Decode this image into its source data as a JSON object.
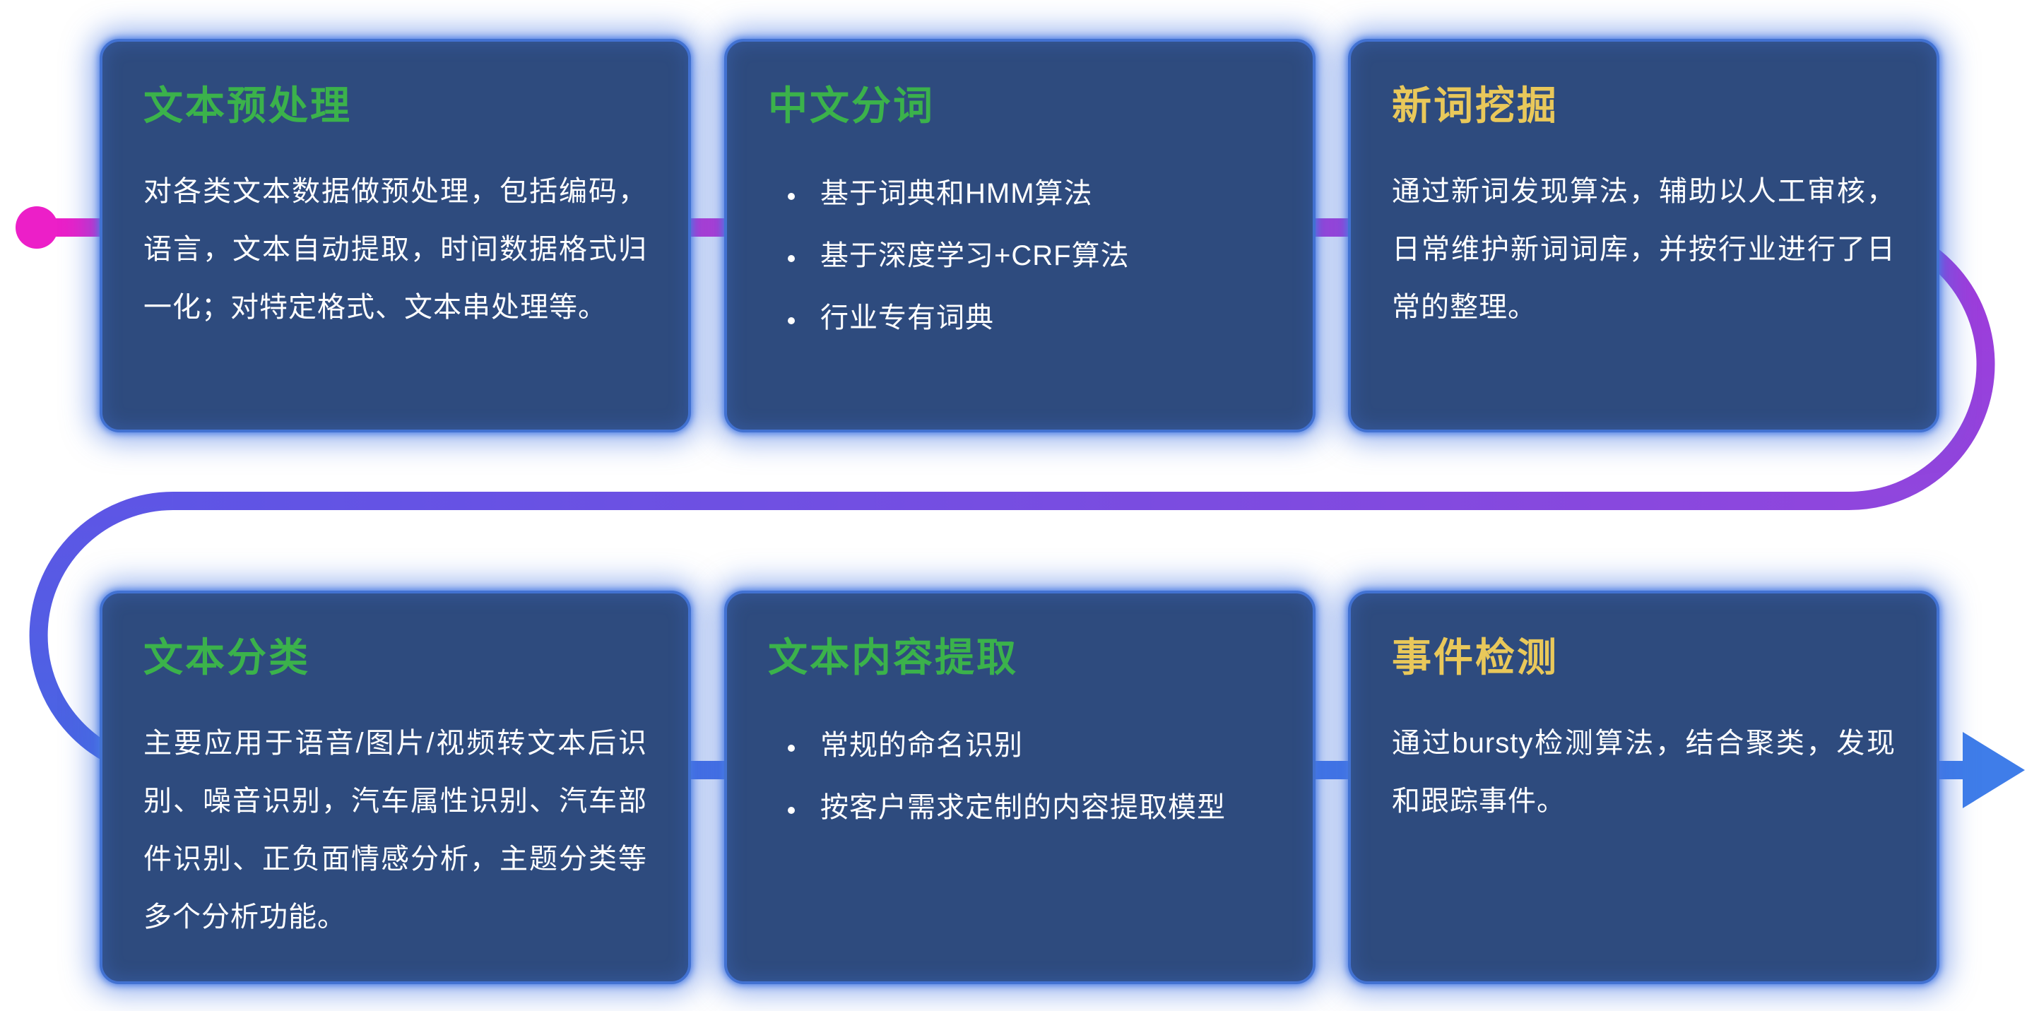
{
  "theme": {
    "background": "#ffffff",
    "card-bg": "#2e4b7e",
    "card-border": "#4272d2",
    "accent-green": "#3bb24b",
    "accent-gold": "#e9c85a",
    "body-text": "#ffffff",
    "flow-magenta": "#ec1fc8",
    "flow-purple": "#8f46dd",
    "flow-blue": "#3f7ce9"
  },
  "flow": {
    "start_marker": "magenta-dot",
    "end_marker": "blue-right-arrow",
    "gradient_stops": [
      "#ec1fc8",
      "#a23ada",
      "#8f46dd",
      "#5e55e5",
      "#4766e3",
      "#3f7ce9"
    ]
  },
  "cards": [
    {
      "accent": "green",
      "title": "文本预处理",
      "body": "对各类文本数据做预处理，包括编码，语言，文本自动提取，时间数据格式归一化；对特定格式、文本串处理等。"
    },
    {
      "accent": "green",
      "title": "中文分词",
      "bullets": [
        "基于词典和HMM算法",
        "基于深度学习+CRF算法",
        "行业专有词典"
      ]
    },
    {
      "accent": "gold",
      "title": "新词挖掘",
      "body": "通过新词发现算法，辅助以人工审核，日常维护新词词库，并按行业进行了日常的整理。"
    },
    {
      "accent": "green",
      "title": "文本分类",
      "body": "主要应用于语音/图片/视频转文本后识别、噪音识别，汽车属性识别、汽车部件识别、正负面情感分析，主题分类等多个分析功能。"
    },
    {
      "accent": "green",
      "title": "文本内容提取",
      "bullets": [
        "常规的命名识别",
        "按客户需求定制的内容提取模型"
      ]
    },
    {
      "accent": "gold",
      "title": "事件检测",
      "body": "通过bursty检测算法，结合聚类，发现和跟踪事件。"
    }
  ]
}
